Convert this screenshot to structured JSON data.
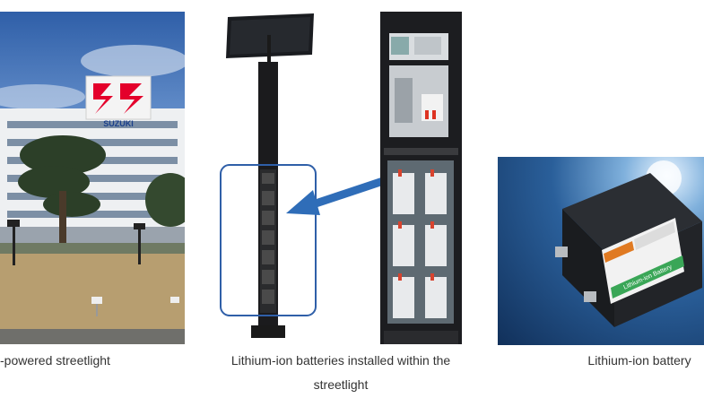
{
  "captions": {
    "left": "-powered streetlight",
    "middle": "Lithium-ion batteries installed within the streetlight",
    "right": "Lithium-ion battery"
  },
  "photos": {
    "left": {
      "sign_text": "SUZUKI"
    },
    "battery": {
      "label_text": "Lithium-ion Battery"
    }
  },
  "colors": {
    "highlight_box": "#2f5fa8",
    "arrow": "#2f6db8",
    "caption_text": "#333333"
  }
}
